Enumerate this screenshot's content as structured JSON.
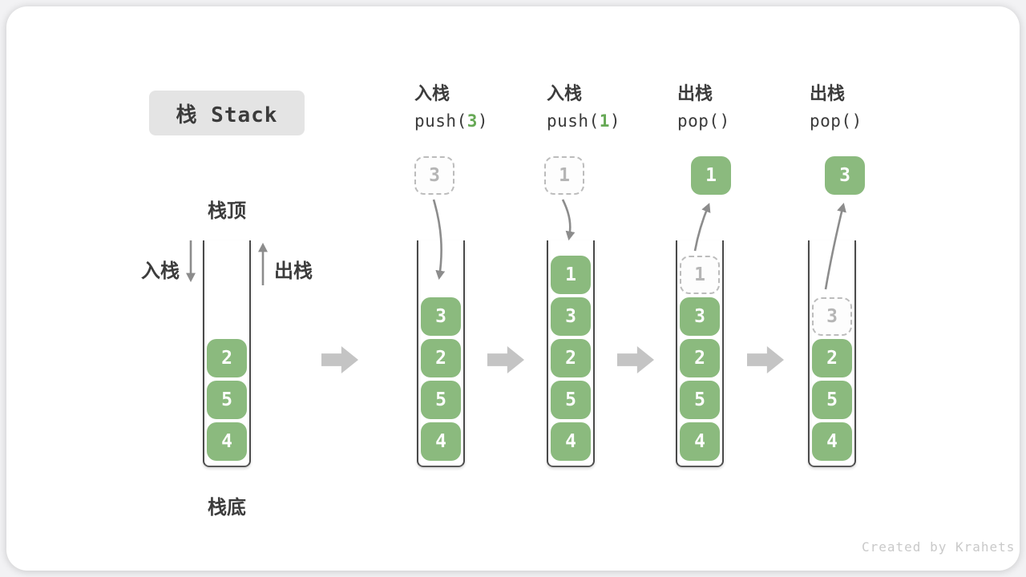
{
  "title": "栈 Stack",
  "side_labels": {
    "top": "栈顶",
    "bottom": "栈底",
    "push": "入栈",
    "pop": "出栈"
  },
  "operations": [
    {
      "label": "入栈",
      "code_pre": "push(",
      "code_arg": "3",
      "code_post": ")"
    },
    {
      "label": "入栈",
      "code_pre": "push(",
      "code_arg": "1",
      "code_post": ")"
    },
    {
      "label": "出栈",
      "code_pre": "pop(",
      "code_arg": "",
      "code_post": ")"
    },
    {
      "label": "出栈",
      "code_pre": "pop(",
      "code_arg": "",
      "code_post": ")"
    }
  ],
  "floating_values": [
    {
      "value": "3",
      "style": "dashed-being-pushed"
    },
    {
      "value": "1",
      "style": "dashed-being-pushed"
    },
    {
      "value": "1",
      "style": "solid-popped"
    },
    {
      "value": "3",
      "style": "solid-popped"
    }
  ],
  "stacks": [
    {
      "name": "initial",
      "values_top_to_bottom": [
        "2",
        "5",
        "4"
      ]
    },
    {
      "name": "after-push-3",
      "values_top_to_bottom": [
        "3",
        "2",
        "5",
        "4"
      ]
    },
    {
      "name": "after-push-1",
      "values_top_to_bottom": [
        "1",
        "3",
        "2",
        "5",
        "4"
      ]
    },
    {
      "name": "during-pop-1",
      "values_top_to_bottom": [
        "1",
        "3",
        "2",
        "5",
        "4"
      ],
      "top_is_ghost": true
    },
    {
      "name": "during-pop-3",
      "values_top_to_bottom": [
        "3",
        "2",
        "5",
        "4"
      ],
      "top_is_ghost": true
    }
  ],
  "watermark": "Created by Krahets",
  "colors": {
    "cell_green": "#8bba7e",
    "code_arg_green": "#67a956",
    "block_arrow_gray": "#c4c4c4",
    "flow_arrow_gray": "#8c8c8c",
    "title_bg": "#e4e4e4",
    "text_dark": "#3c3c3c",
    "ghost_gray": "#bcbcbc",
    "watermark_gray": "#c9c9c9"
  }
}
